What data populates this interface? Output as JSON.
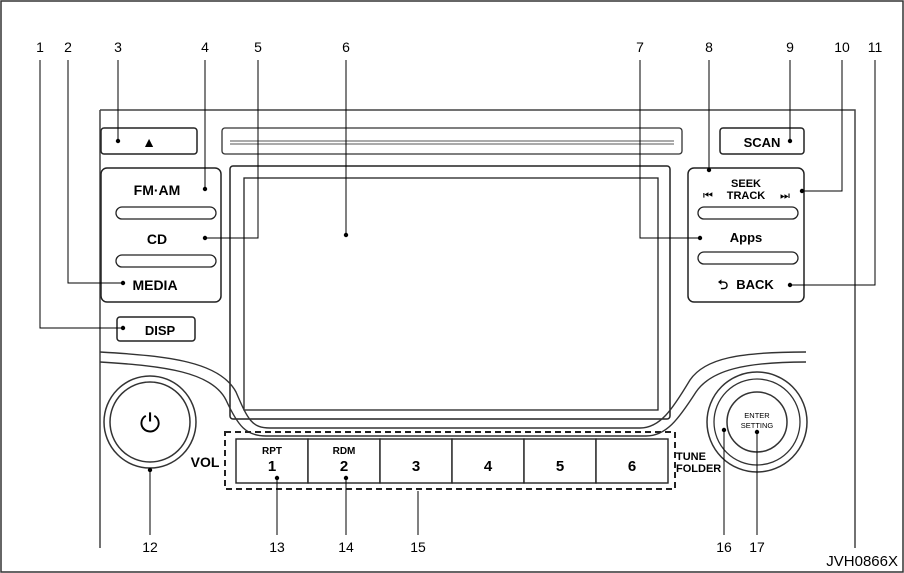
{
  "diagram": {
    "figure_id": "JVH0866X",
    "callouts": [
      "1",
      "2",
      "3",
      "4",
      "5",
      "6",
      "7",
      "8",
      "9",
      "10",
      "11",
      "12",
      "13",
      "14",
      "15",
      "16",
      "17"
    ],
    "labels": {
      "eject_symbol": "▲",
      "scan": "SCAN",
      "fm_am": "FM·AM",
      "cd": "CD",
      "media": "MEDIA",
      "disp": "DISP",
      "seek_line1": "SEEK",
      "seek_line2": "TRACK",
      "seek_prev_symbol": "⏮",
      "seek_next_symbol": "⏭",
      "apps": "Apps",
      "back": "BACK",
      "back_symbol": "⮌",
      "power_symbol": "⏻",
      "vol": "VOL",
      "tune_line1": "TUNE",
      "tune_line2": "FOLDER",
      "enter_line1": "ENTER",
      "enter_line2": "SETTING",
      "preset_top": [
        "RPT",
        "RDM",
        "",
        "",
        "",
        ""
      ],
      "preset_nums": [
        "1",
        "2",
        "3",
        "4",
        "5",
        "6"
      ]
    }
  }
}
